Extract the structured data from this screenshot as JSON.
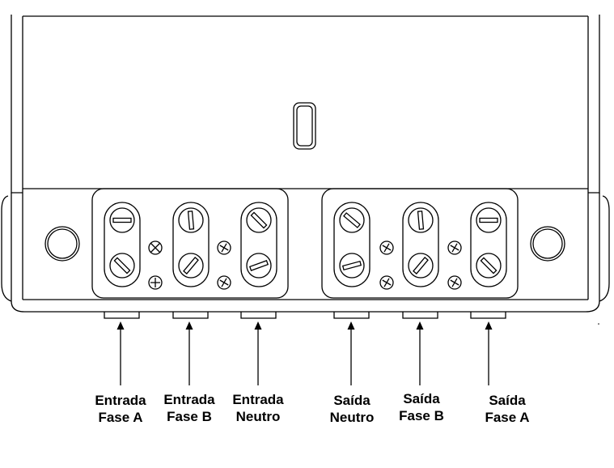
{
  "terminals": [
    {
      "id": "entrada-fase-a",
      "line1": "Entrada",
      "line2": "Fase A"
    },
    {
      "id": "entrada-fase-b",
      "line1": "Entrada",
      "line2": "Fase B"
    },
    {
      "id": "entrada-neutro",
      "line1": "Entrada",
      "line2": "Neutro"
    },
    {
      "id": "saida-neutro",
      "line1": "Saída",
      "line2": "Neutro"
    },
    {
      "id": "saida-fase-b",
      "line1": "Saída",
      "line2": "Fase B"
    },
    {
      "id": "saida-fase-a",
      "line1": "Saída",
      "line2": "Fase A"
    }
  ],
  "colors": {
    "stroke": "#000000",
    "background": "#ffffff"
  },
  "icons": [
    "slot-screw-icon",
    "phillips-screw-icon",
    "mounting-hole-icon",
    "display-window-icon",
    "arrow-up-icon"
  ]
}
